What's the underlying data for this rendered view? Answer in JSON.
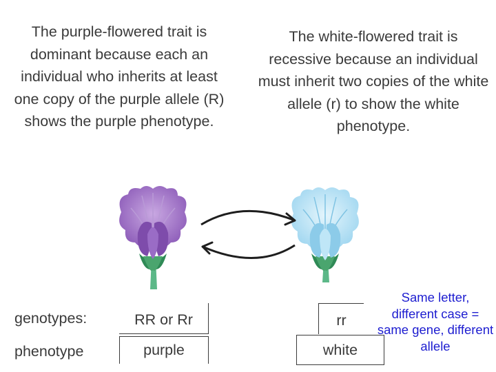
{
  "left_text": "The purple-flowered trait is dominant because each an individual who inherits at least one copy of the purple allele (R) shows the purple phenotype.",
  "right_text": "The white-flowered trait is recessive because an individual must inherit two copies of the white allele (r) to show the white phenotype.",
  "labels": {
    "genotypes": "genotypes:",
    "phenotype": "phenotype"
  },
  "purple": {
    "genotype": "RR or Rr",
    "phenotype": "purple"
  },
  "white": {
    "genotype": "rr",
    "phenotype": "white"
  },
  "note": "Same letter, different case = same gene, different allele",
  "colors": {
    "text": "#3a3a3a",
    "note": "#1d1dd0",
    "purple_petal": "#9b6fc4",
    "white_petal": "#a9dcf3",
    "stem": "#5cb888"
  }
}
